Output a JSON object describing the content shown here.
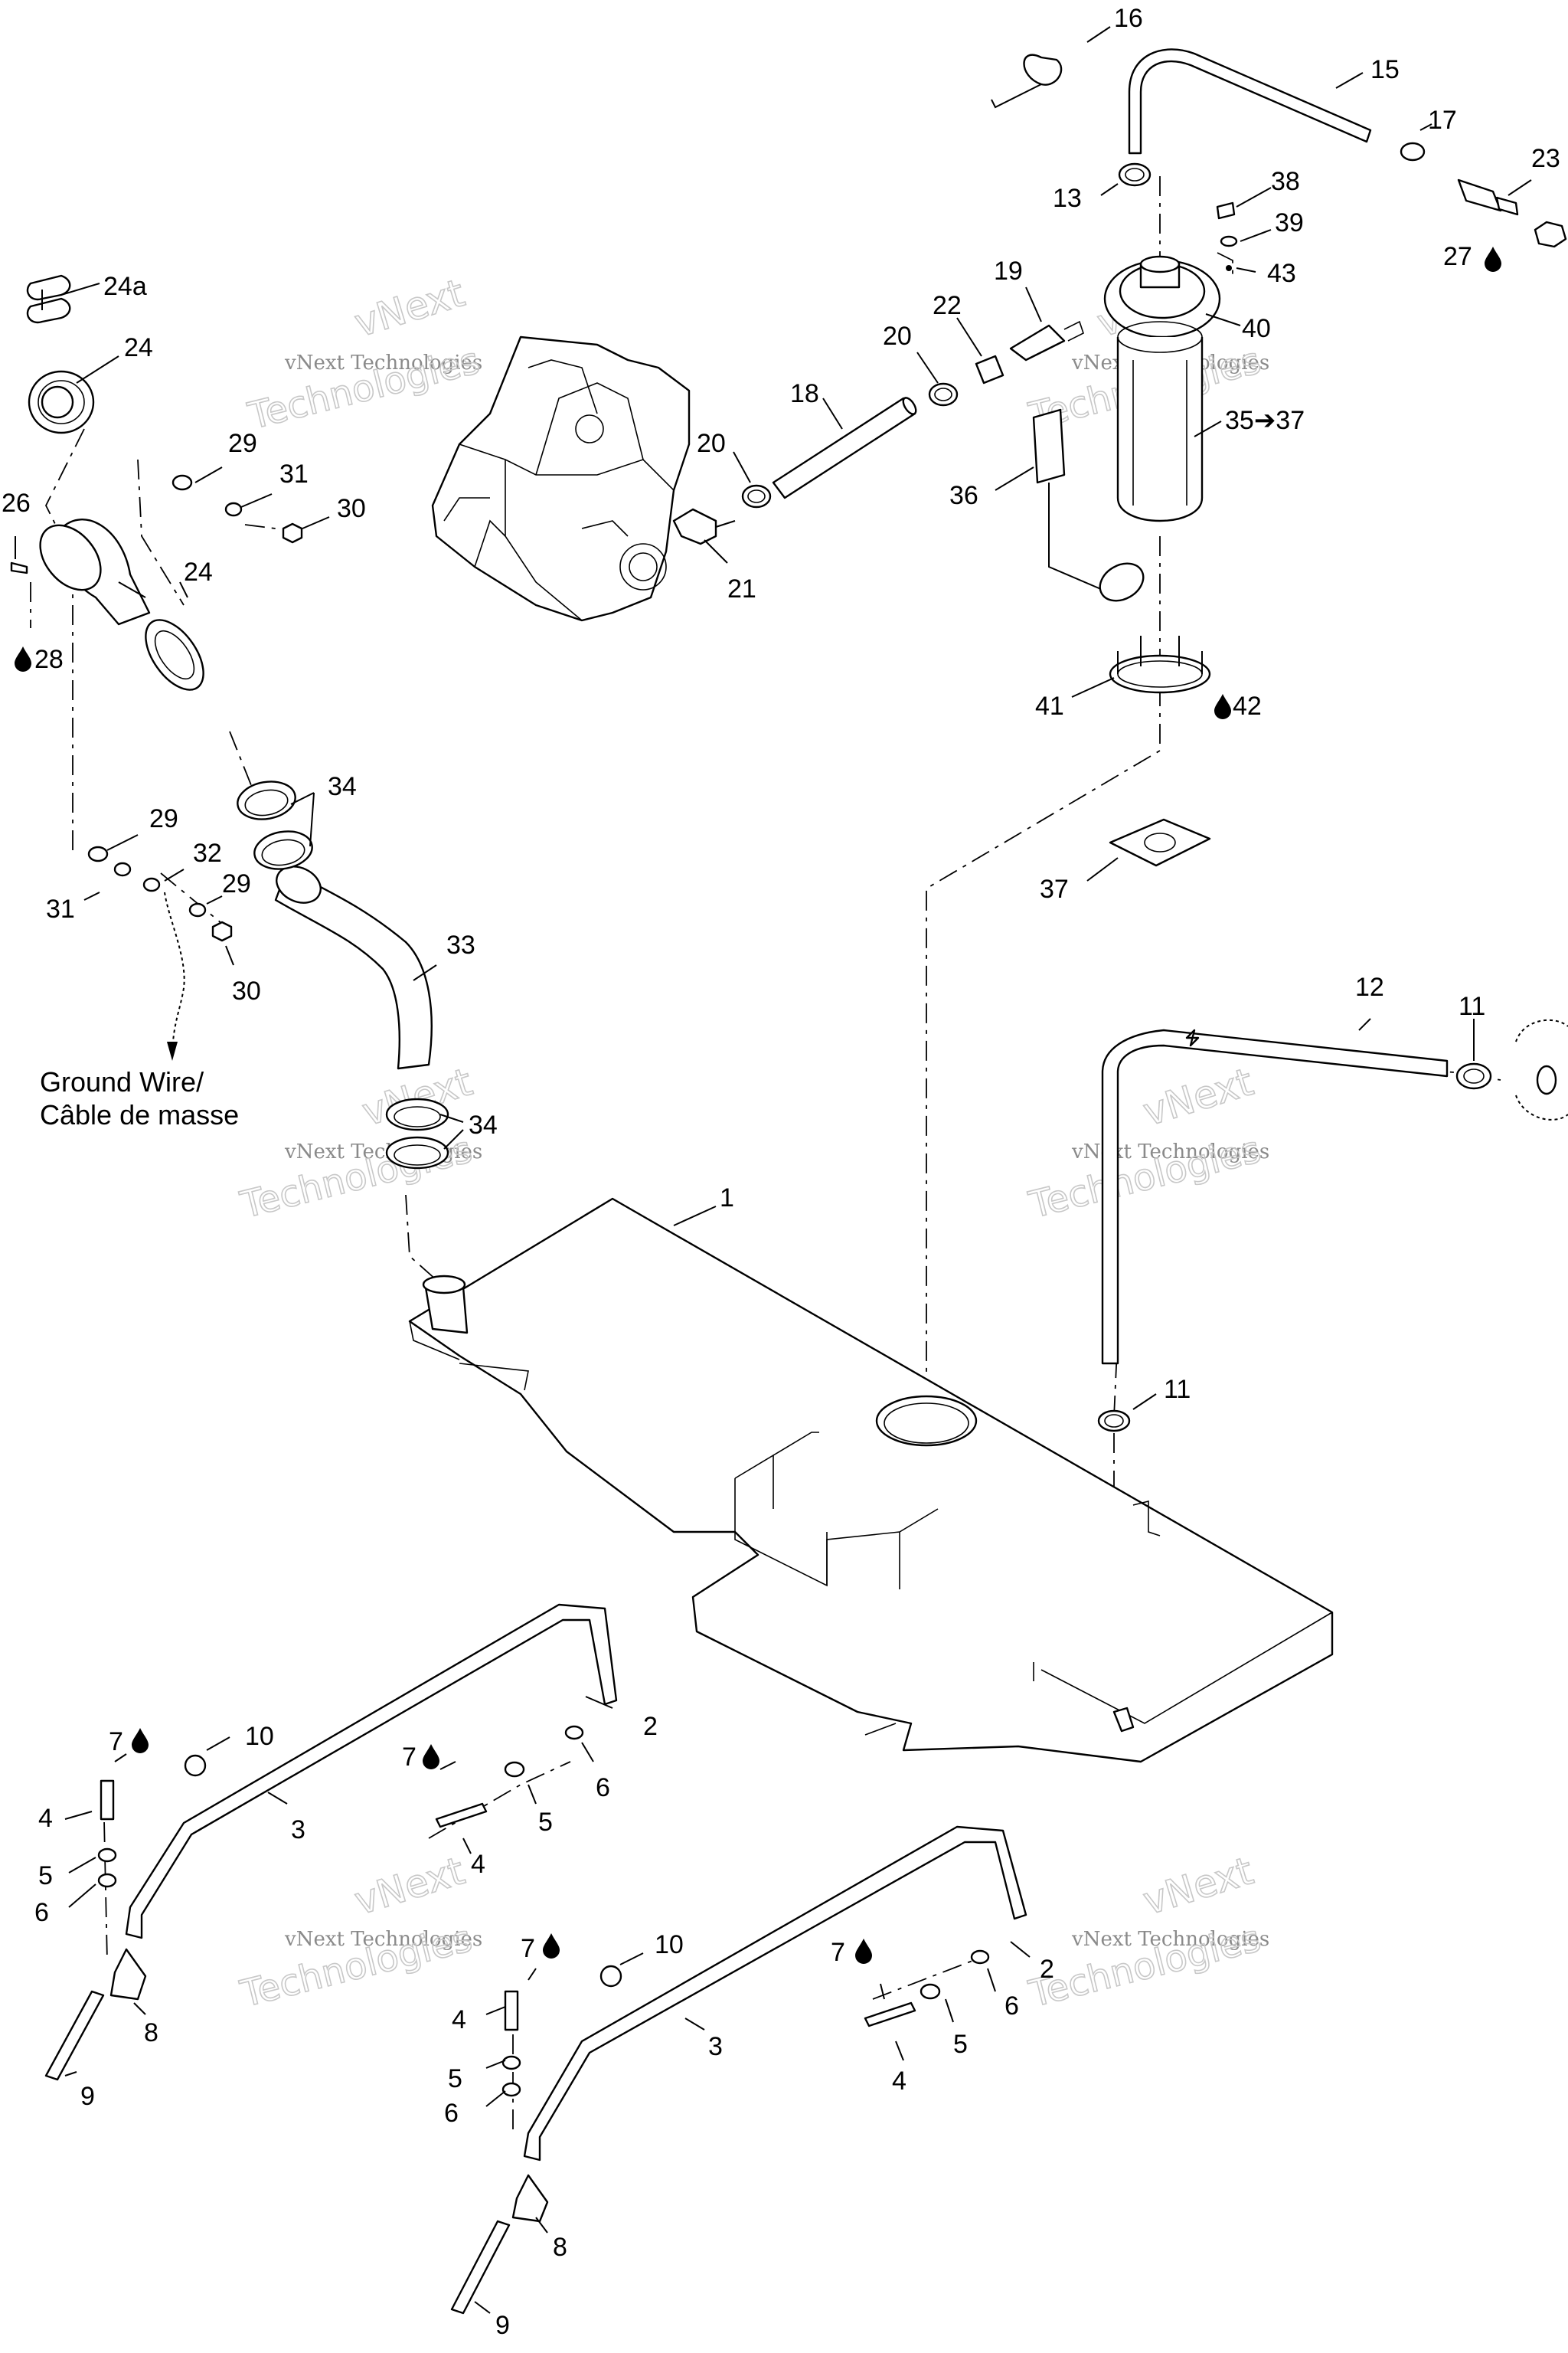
{
  "watermark": {
    "line1": "vNext Technologies",
    "line2a": "vNext",
    "line2b": "Technologies"
  },
  "ground_wire": {
    "line1": "Ground Wire/",
    "line2": "Câble de masse"
  },
  "callouts": {
    "c1": "1",
    "c2": "2",
    "c3": "3",
    "c4": "4",
    "c5": "5",
    "c6": "6",
    "c7": "7",
    "c8": "8",
    "c9": "9",
    "c10": "10",
    "c11": "11",
    "c12": "12",
    "c13": "13",
    "c15": "15",
    "c16": "16",
    "c17": "17",
    "c18": "18",
    "c19": "19",
    "c20": "20",
    "c21": "21",
    "c22": "22",
    "c23": "23",
    "c24": "24",
    "c24a": "24a",
    "c26": "26",
    "c27": "27",
    "c28": "28",
    "c29": "29",
    "c30": "30",
    "c31": "31",
    "c32": "32",
    "c33": "33",
    "c34": "34",
    "c35_37": "35➔37",
    "c36": "36",
    "c37": "37",
    "c38": "38",
    "c39": "39",
    "c40": "40",
    "c41": "41",
    "c42": "42",
    "c43": "43"
  },
  "icons": {
    "sealant": "droplet-icon",
    "arrow": "arrow-icon"
  }
}
